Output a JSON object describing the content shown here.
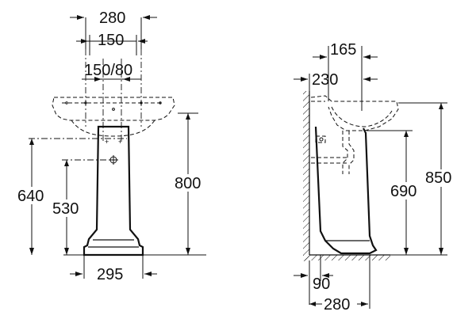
{
  "front_view": {
    "width_top": "280",
    "width_mid": "150",
    "width_holes": "150/80",
    "height_640": "640",
    "height_530": "530",
    "height_800": "800",
    "base_width": "295"
  },
  "side_view": {
    "depth_165": "165",
    "depth_230": "230",
    "height_690": "690",
    "height_850": "850",
    "wall_90": "90",
    "base_280": "280"
  }
}
